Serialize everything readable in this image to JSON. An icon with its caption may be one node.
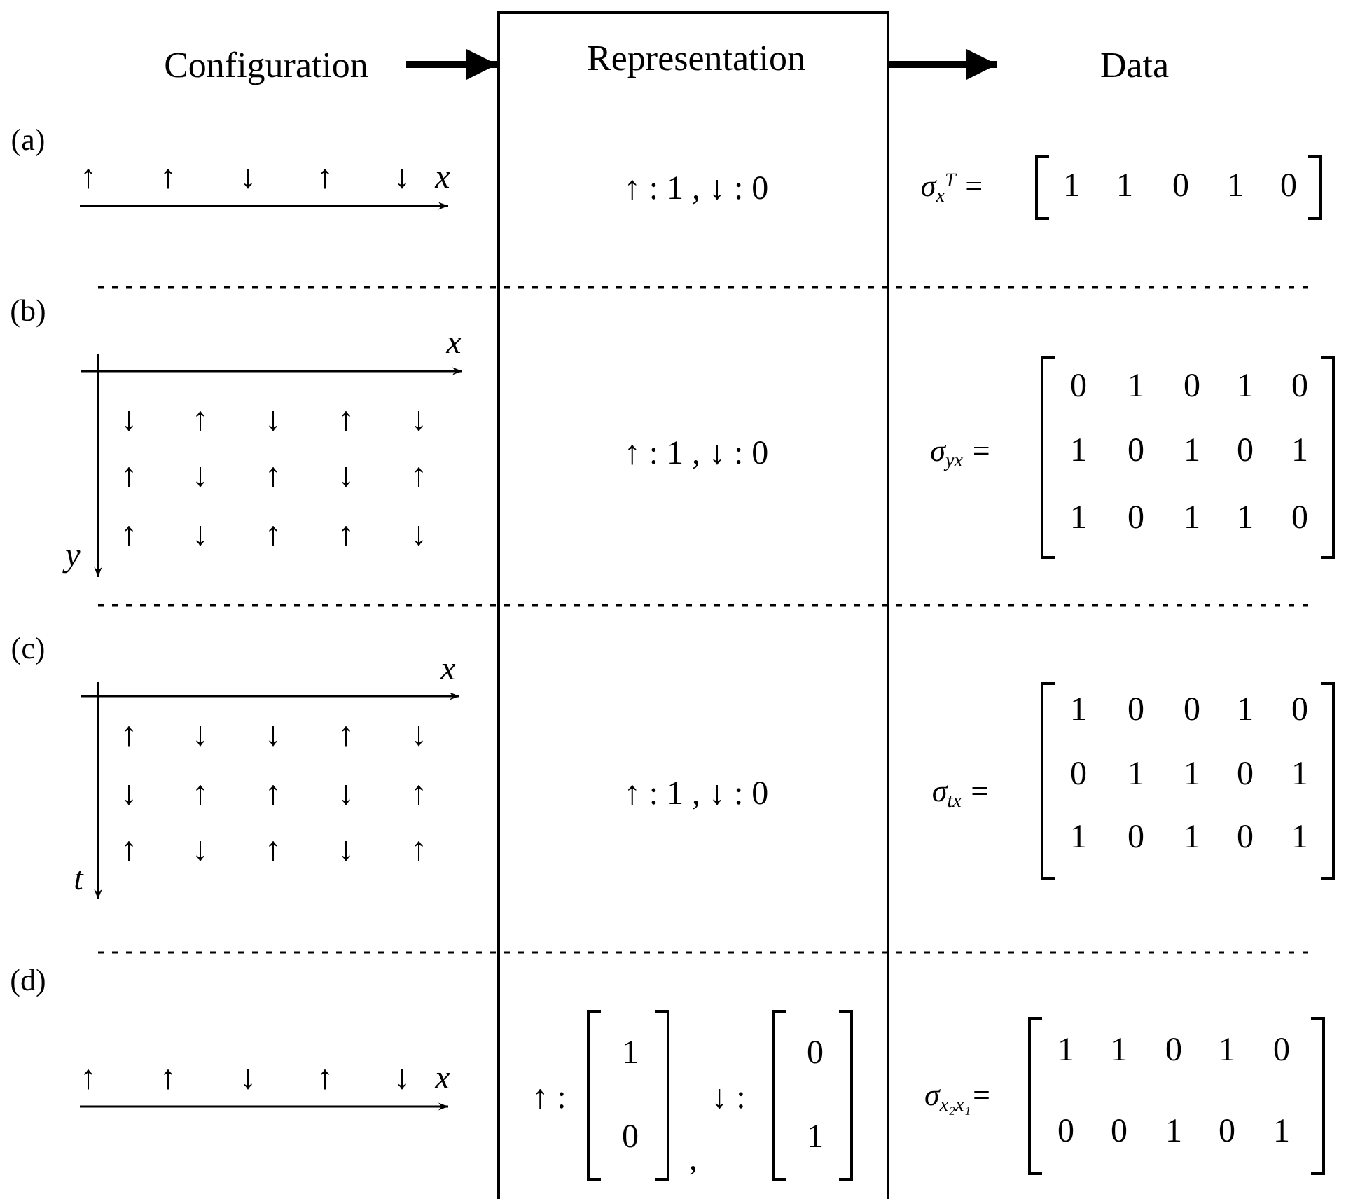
{
  "diagram": {
    "nodes": [
      {
        "text": [
          "Configuration"
        ]
      },
      {
        "text": [
          "Representation",
          "↑ : 1 , ↓ : 0",
          "↑ : 1 , ↓ : 0",
          "↑ : 1 , ↓ : 0",
          "↑ :",
          "1",
          "0",
          ",",
          "↓ :",
          "0",
          "1"
        ]
      },
      {
        "text": [
          "Data"
        ]
      }
    ],
    "edges": [
      {
        "from": 0,
        "to": 1,
        "arrow": "to"
      },
      {
        "from": 1,
        "to": 2,
        "arrow": "to"
      }
    ],
    "labels": [
      "(a)",
      "↑",
      "↑",
      "↓",
      "↑",
      "↓",
      "x",
      "σ$_{x}$$^{T}$ =",
      "1",
      "1",
      "0",
      "1",
      "0",
      "(b)",
      "x",
      "↓",
      "↑",
      "↓",
      "↑",
      "↓",
      "↑",
      "↓",
      "↑",
      "↓",
      "↑",
      "↑",
      "↓",
      "↑",
      "↑",
      "↓",
      "y",
      "σ$_{yx}$ =",
      "0",
      "1",
      "0",
      "1",
      "0",
      "1",
      "0",
      "1",
      "0",
      "1",
      "1",
      "0",
      "1",
      "1",
      "0",
      "(c)",
      "x",
      "↑",
      "↓",
      "↓",
      "↑",
      "↓",
      "↓",
      "↑",
      "↑",
      "↓",
      "↑",
      "↑",
      "↓",
      "↑",
      "↓",
      "↑",
      "t",
      "σ$_{tx}$ =",
      "1",
      "0",
      "0",
      "1",
      "0",
      "0",
      "1",
      "1",
      "0",
      "1",
      "1",
      "0",
      "1",
      "0",
      "1",
      "(d)",
      "↑",
      "↑",
      "↓",
      "↑",
      "↓",
      "x",
      "σ$_{x₂x₁}$=",
      "1",
      "1",
      "0",
      "1",
      "0",
      "0",
      "0",
      "1",
      "0",
      "1"
    ]
  }
}
